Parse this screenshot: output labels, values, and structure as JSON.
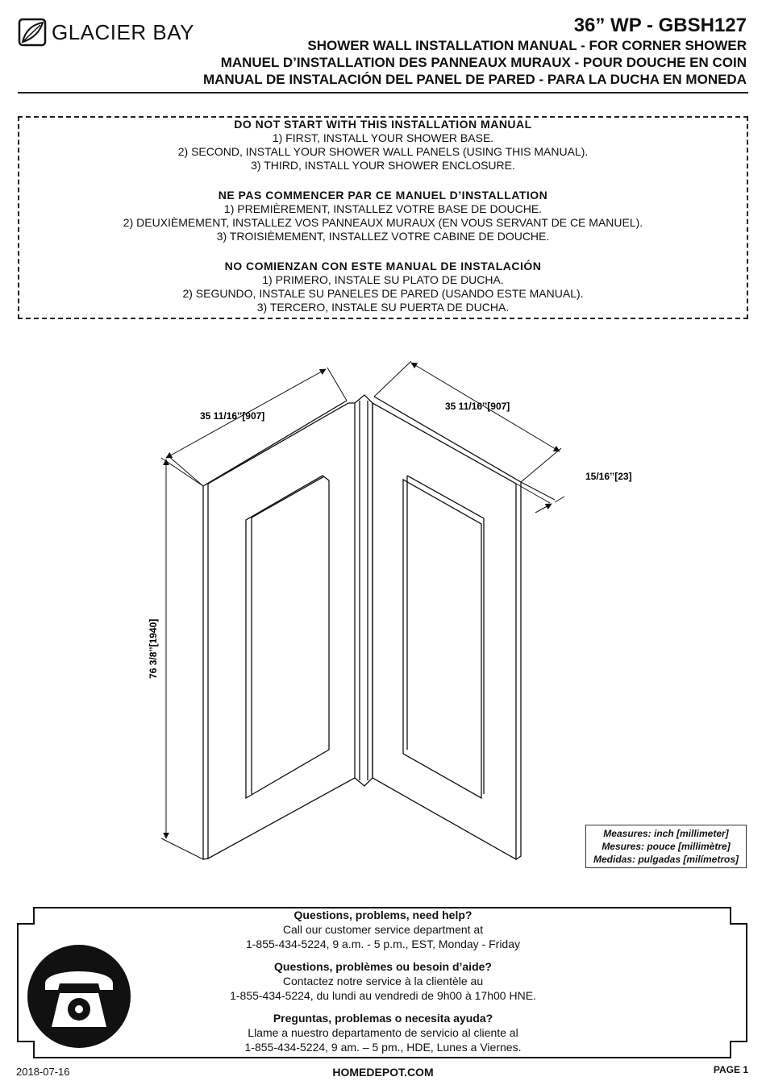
{
  "brand": {
    "name": "GLACIER BAY",
    "logo_icon": "leaf-logo-icon"
  },
  "header": {
    "model": "36” WP - GBSH127",
    "title_en": "SHOWER WALL INSTALLATION MANUAL  - FOR CORNER SHOWER",
    "title_fr": "MANUEL D’INSTALLATION DES PANNEAUX MURAUX - POUR DOUCHE EN COIN",
    "title_es": "MANUAL DE INSTALACIÓN DEL PANEL DE PARED - PARA LA DUCHA EN MONEDA"
  },
  "notice": {
    "en": {
      "heading": "DO NOT START WITH THIS INSTALLATION MANUAL",
      "lines": [
        "1) FIRST, INSTALL YOUR SHOWER BASE.",
        "2) SECOND, INSTALL YOUR SHOWER WALL PANELS (USING THIS MANUAL).",
        "3) THIRD, INSTALL YOUR SHOWER ENCLOSURE."
      ]
    },
    "fr": {
      "heading": "NE PAS COMMENCER PAR CE MANUEL D’INSTALLATION",
      "lines": [
        "1) PREMIÈREMENT, INSTALLEZ VOTRE BASE DE DOUCHE.",
        "2) DEUXIÈMEMENT, INSTALLEZ VOS PANNEAUX MURAUX (EN VOUS SERVANT DE CE MANUEL).",
        "3) TROISIÈMEMENT, INSTALLEZ VOTRE CABINE DE DOUCHE."
      ]
    },
    "es": {
      "heading": "NO COMIENZAN CON ESTE MANUAL DE INSTALACIÓN",
      "lines": [
        "1) PRIMERO, INSTALE SU PLATO DE DUCHA.",
        "2) SEGUNDO, INSTALE SU PANELES DE PARED (USANDO ESTE MANUAL).",
        "3) TERCERO, INSTALE SU PUERTA DE DUCHA."
      ]
    }
  },
  "diagram": {
    "left_width": "35 11/16’’[907]",
    "right_width": "35 11/16’’[907]",
    "thickness": "15/16’’[23]",
    "height": "76 3/8’’[1940]"
  },
  "measures": {
    "en": "Measures: inch [millimeter]",
    "fr": "Mesures: pouce [millimètre]",
    "es": "Medidas: pulgadas [milímetros]"
  },
  "help": {
    "icon": "telephone-icon",
    "en": {
      "heading": "Questions, problems, need help?",
      "line1": "Call our customer service department at",
      "line2": "1-855-434-5224, 9 a.m. - 5 p.m., EST, Monday - Friday"
    },
    "fr": {
      "heading": "Questions, problèmes ou besoin d’aide?",
      "line1": "Contactez notre service à la clientèle au",
      "line2": "1-855-434-5224, du lundi au vendredi de 9h00 à 17h00 HNE."
    },
    "es": {
      "heading": "Preguntas, problemas o necesita ayuda?",
      "line1": "Llame a nuestro departamento de servicio al cliente al",
      "line2": "1-855-434-5224, 9 am. – 5 pm., HDE, Lunes a Viernes."
    }
  },
  "footer": {
    "date": "2018-07-16",
    "site": "HOMEDEPOT.COM",
    "page": "PAGE 1"
  }
}
